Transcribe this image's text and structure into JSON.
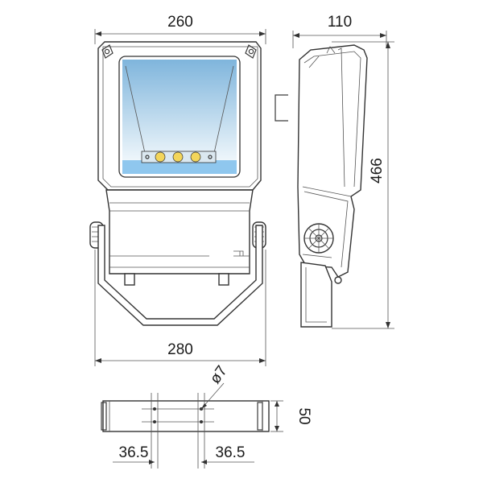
{
  "drawing": {
    "dimensions": {
      "front_width_top": "260",
      "side_depth": "110",
      "height": "466",
      "front_width_bottom": "280",
      "hole_diameter": "ø7",
      "bracket_height": "50",
      "hole_offset_left": "36.5",
      "hole_offset_right": "36.5"
    },
    "colors": {
      "lens_top": "#7fb5dc",
      "lens_bottom": "#e9f3fa",
      "lens_strip": "#8fc7ee",
      "led": "#f3d55a",
      "line": "#333333"
    }
  }
}
